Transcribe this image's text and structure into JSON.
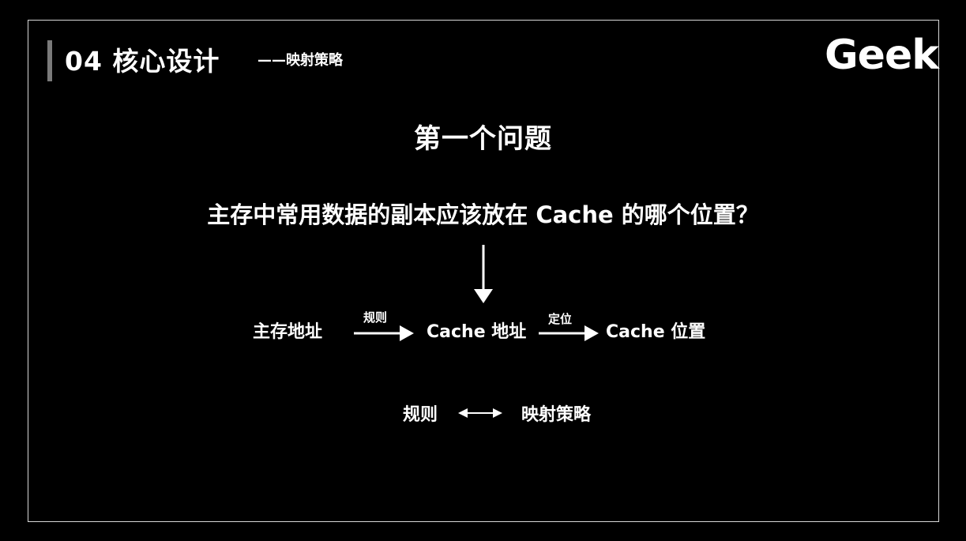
{
  "header": {
    "section_title": "04 核心设计",
    "section_subtitle": "——映射策略",
    "logo_text": "Geek"
  },
  "main": {
    "heading": "第一个问题",
    "question": "主存中常用数据的副本应该放在 Cache 的哪个位置？"
  },
  "flow": {
    "source": "主存地址",
    "edge1_label": "规则",
    "middle": "Cache 地址",
    "edge2_label": "定位",
    "target": "Cache 位置"
  },
  "relation": {
    "left": "规则",
    "right": "映射策略"
  },
  "colors": {
    "background": "#000000",
    "text": "#ffffff",
    "frame": "#d8d8d8",
    "accent_bar": "#7a7a7a"
  }
}
